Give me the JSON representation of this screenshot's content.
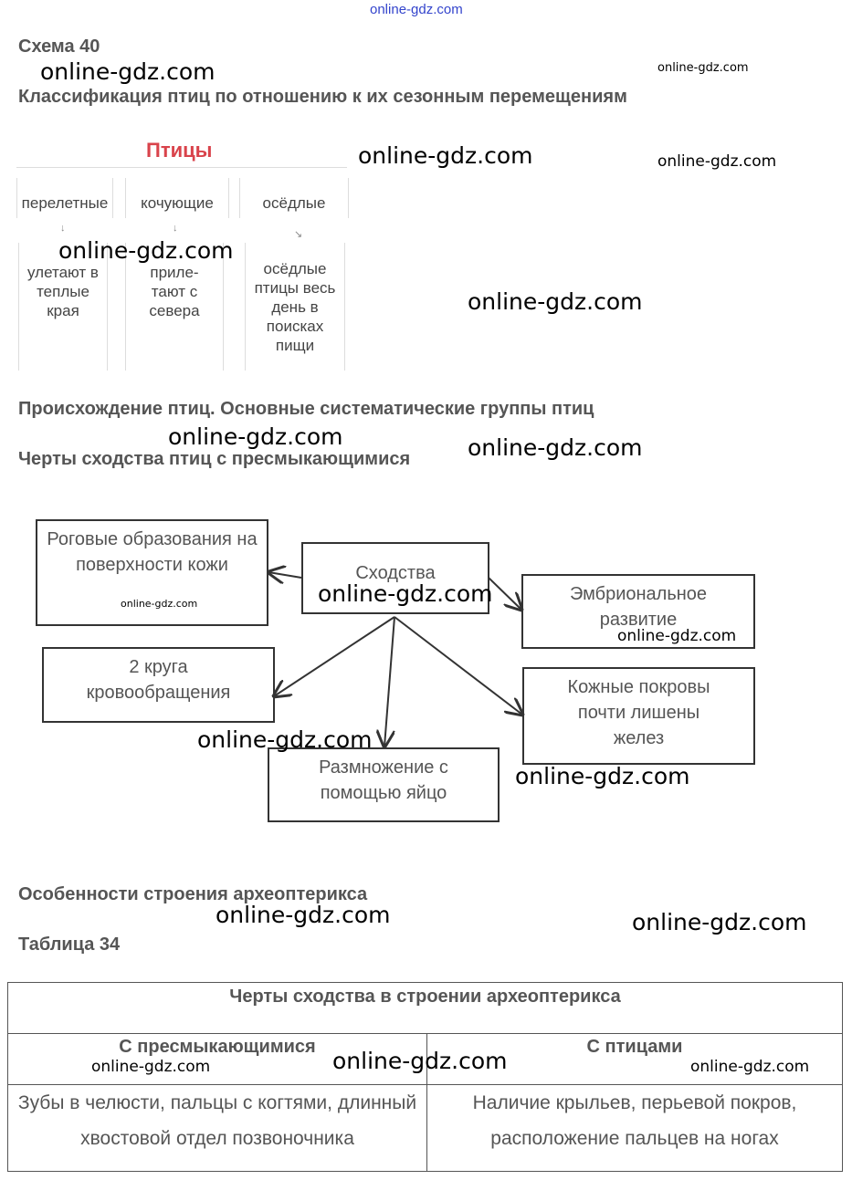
{
  "top_watermark": "online-gdz.com",
  "scheme_title": "Схема 40",
  "scheme_subtitle": "Классификация птиц по отношению к их сезонным перемещениям",
  "birds_diagram": {
    "root": "Птицы",
    "root_color": "#d9434b",
    "categories": [
      {
        "name": "перелетные",
        "description": "улетают в теплые края"
      },
      {
        "name": "кочующие",
        "description": "приле-тают с севера"
      },
      {
        "name": "осёдлые",
        "description": "осёдлые птицы весь день в поисках пищи"
      }
    ]
  },
  "section_title": "Происхождение птиц. Основные систематические группы птиц",
  "similarity_title": "Черты сходства птиц с пресмыкающимися",
  "similarity_diagram": {
    "center": "Сходства",
    "items": [
      "Роговые образования на поверхности кожи",
      "Эмбриональное развитие",
      "2 круга кровообращения",
      "Кожные покровы почти лишены желез",
      "Размножение с помощью яйцо"
    ]
  },
  "arch_title": "Особенности строения археоптерикса",
  "table_title": "Таблица 34",
  "table": {
    "caption": "Черты сходства в строении археоптерикса",
    "headers": [
      "С пресмыкающимися",
      "С птицами"
    ],
    "cells": [
      "Зубы в челюсти, пальцы с когтями, длинный хвостовой отдел позвоночника",
      "Наличие крыльев, перьевой покров, расположение пальцев на ногах"
    ]
  },
  "watermark": "online-gdz.com"
}
